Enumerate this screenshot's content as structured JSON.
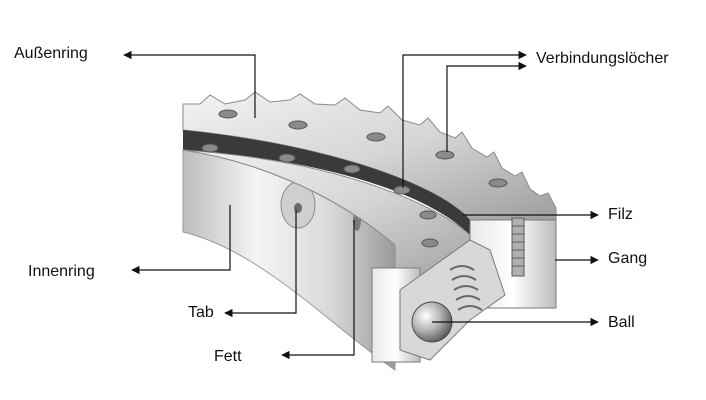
{
  "labels": {
    "outer_ring": "Außenring",
    "mounting_holes": "Verbindungslöcher",
    "felt": "Filz",
    "inner_ring": "Innenring",
    "spacer": "Gang",
    "tab": "Tab",
    "ball": "Ball",
    "grease": "Fett"
  },
  "colors": {
    "line": "#111111",
    "metal_light": "#ededed",
    "metal_mid": "#c6c6c6",
    "metal_dark": "#8a8a8a",
    "seal": "#3a3a3a"
  }
}
